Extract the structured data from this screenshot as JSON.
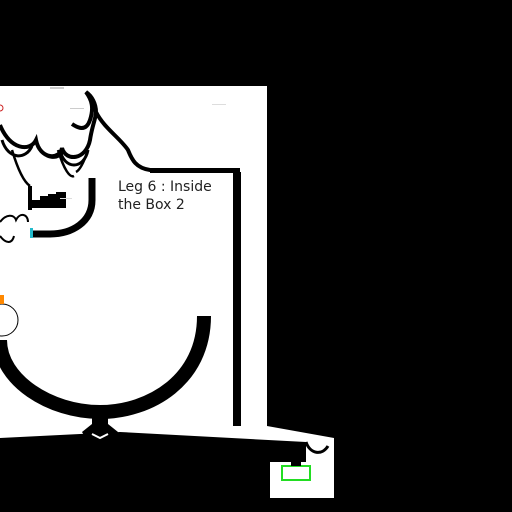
{
  "level": {
    "title": "Leg 6 : Inside the Box 2"
  },
  "colors": {
    "background": "#000000",
    "play_area": "#ffffff",
    "walls": "#000000",
    "goal_marker": "#22dd22",
    "orange_marker": "#ff8800",
    "cyan_marker": "#22bbcc",
    "red_marker": "#cc2222"
  },
  "icons": {
    "goal": "green-rectangle",
    "start_marker": "orange-square",
    "ball": "circle-outline"
  }
}
